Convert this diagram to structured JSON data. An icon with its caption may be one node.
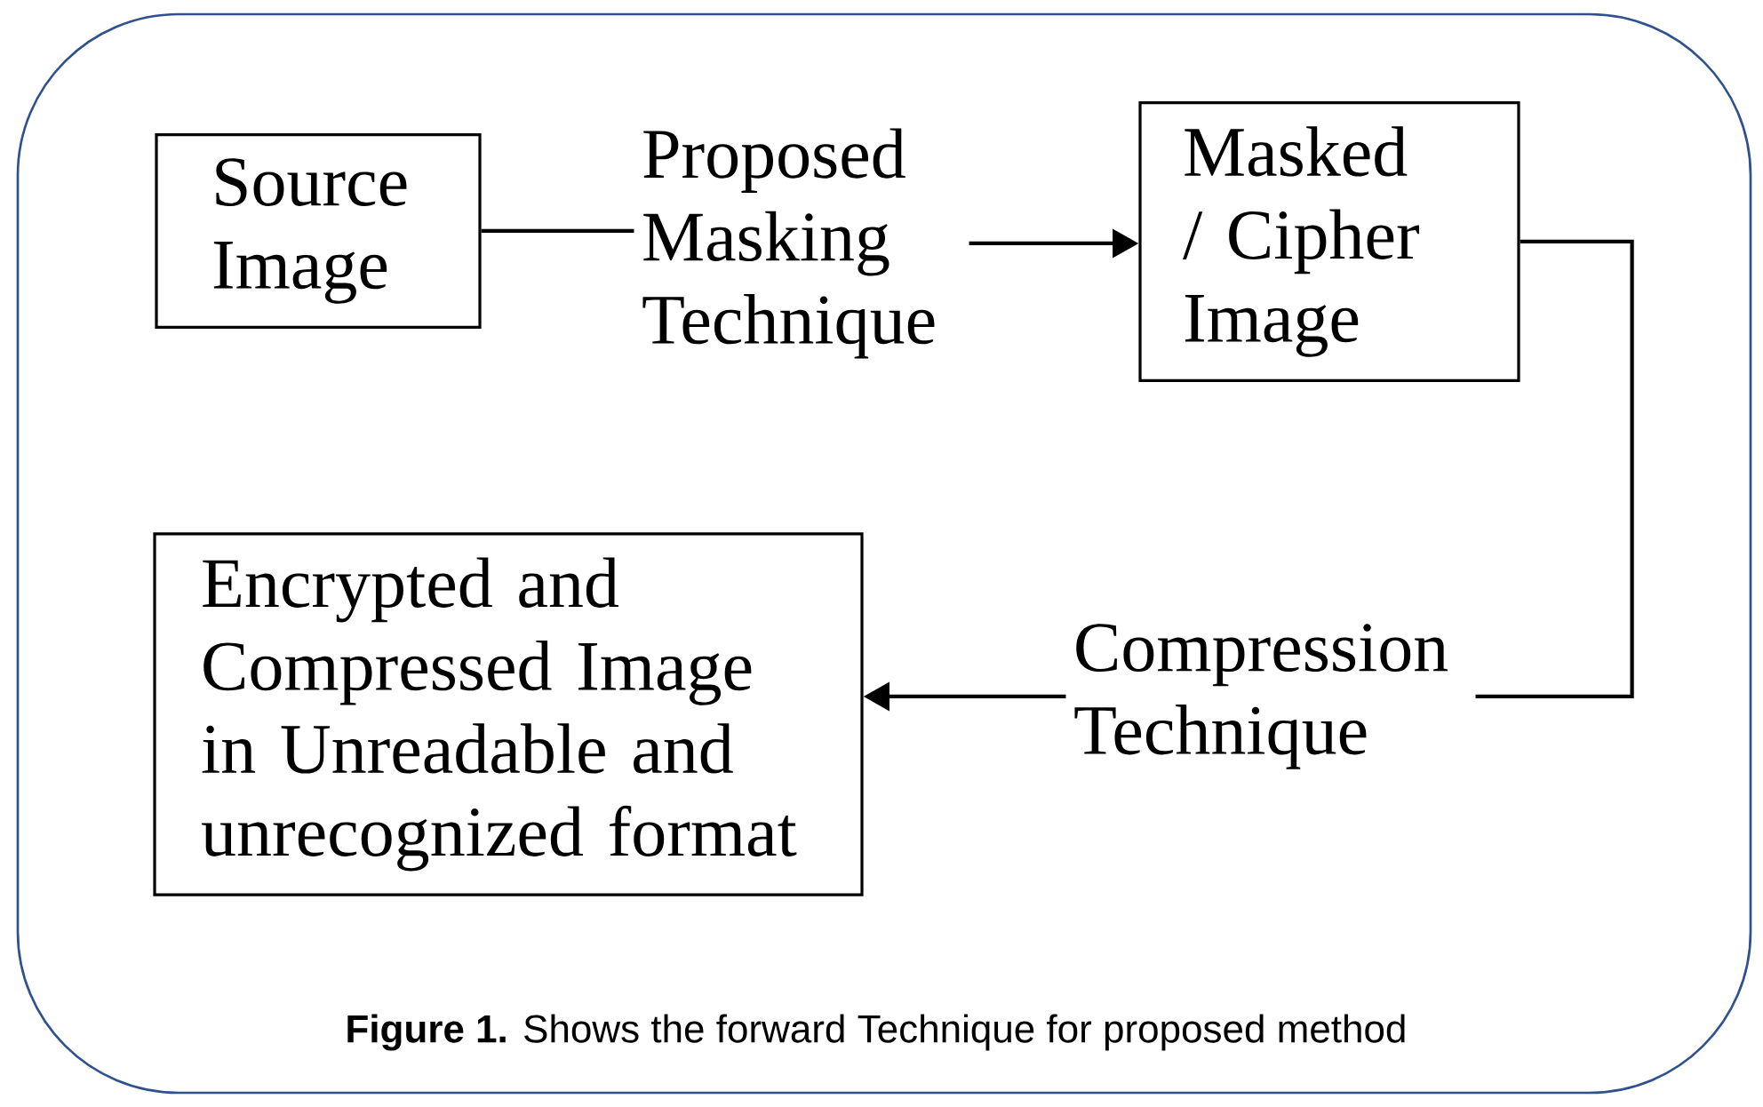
{
  "diagram": {
    "caption": "**Figure 1.** Shows the forward Technique for proposed method",
    "nodes": [
      {
        "text": [
          "Source Image"
        ]
      },
      {
        "text": [
          "Proposed Masking Technique"
        ]
      },
      {
        "text": [
          "Masked / Cipher Image"
        ]
      },
      {
        "text": [
          "Compression Technique"
        ]
      },
      {
        "text": [
          "Encrypted and Compressed Image in Unreadable and unrecognized format"
        ]
      }
    ],
    "edges": [
      {
        "from": 0,
        "to": 1,
        "arrow": "none"
      },
      {
        "from": 1,
        "to": 2,
        "arrow": "to"
      },
      {
        "from": 2,
        "to": 3,
        "arrow": "none"
      },
      {
        "from": 3,
        "to": 4,
        "arrow": "to"
      }
    ]
  }
}
